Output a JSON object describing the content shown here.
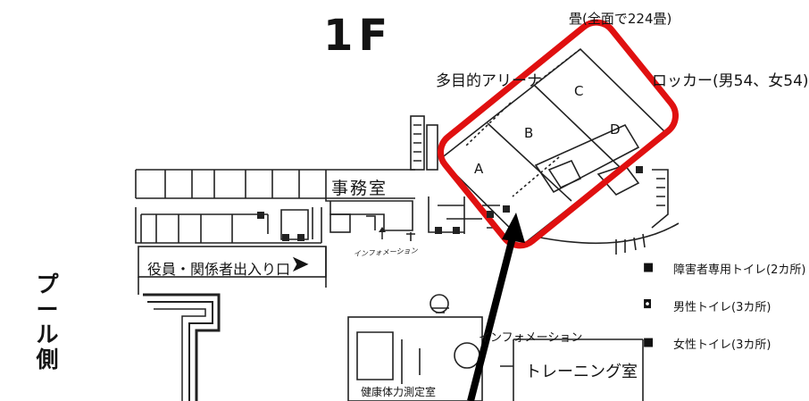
{
  "map": {
    "floor_label": "1F",
    "tatami_note": "畳(全面で224畳)",
    "arena_label": "多目的アリーナ",
    "locker_label": "ロッカー(男54、女54)",
    "zones": [
      "A",
      "B",
      "C",
      "D"
    ],
    "office_label": "事務室",
    "information_label_1": "インフォメーション",
    "staff_entrance_label": "役員・関係者出入り口",
    "staff_entrance_arrow": "➤",
    "pool_side_label": "プール側",
    "information_label_2": "インフォメーション",
    "training_room_label": "トレーニング室",
    "health_room_label": "健康体力測定室",
    "highlight_color": "#e01010"
  },
  "legend": {
    "items": [
      {
        "icon": "■",
        "icon_name": "accessible-toilet-icon",
        "label": "障害者専用トイレ(2カ所)"
      },
      {
        "icon": "◘",
        "icon_name": "male-toilet-icon",
        "label": "男性トイレ(3カ所)"
      },
      {
        "icon": "■",
        "icon_name": "female-toilet-icon",
        "label": "女性トイレ(3カ所)"
      }
    ]
  }
}
